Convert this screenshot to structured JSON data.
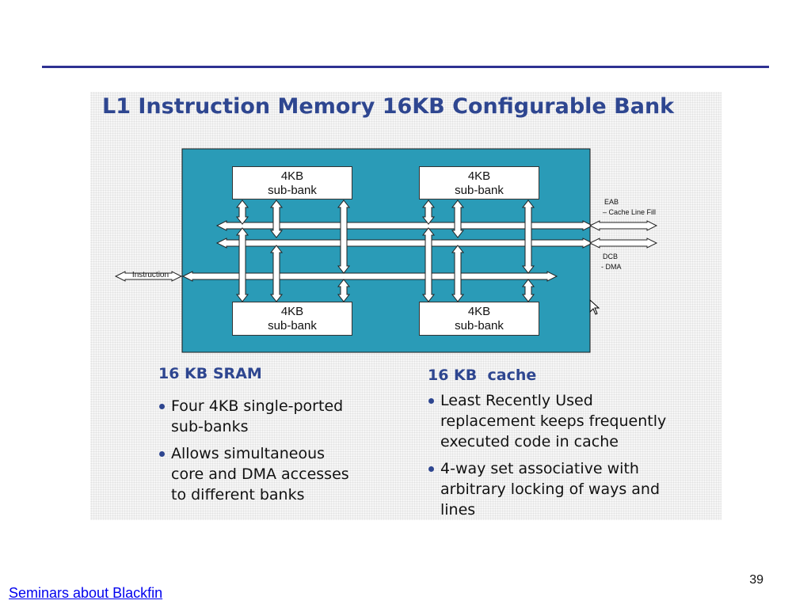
{
  "slide": {
    "title": "L1 Instruction Memory 16KB Configurable Bank",
    "page_number": "39",
    "footer_link": "Seminars about Blackfin"
  },
  "diagram": {
    "block_fill": "#2a9bb7",
    "sub_banks": [
      {
        "line1": "4KB",
        "line2": "sub-bank"
      },
      {
        "line1": "4KB",
        "line2": "sub-bank"
      },
      {
        "line1": "4KB",
        "line2": "sub-bank"
      },
      {
        "line1": "4KB",
        "line2": "sub-bank"
      }
    ],
    "eab_label": "EAB",
    "eab_sub_label": "– Cache Line Fill",
    "dcb_label": "DCB",
    "dcb_sub_label": "- DMA",
    "instruction_label": "Instruction"
  },
  "sram": {
    "heading": "16 KB SRAM",
    "bullets": [
      "Four 4KB single-ported\nsub-banks",
      "Allows simultaneous\ncore and DMA accesses\nto different banks"
    ]
  },
  "cache": {
    "heading": "16 KB  cache",
    "bullets": [
      " Least Recently Used\nreplacement keeps frequently\nexecuted code in cache",
      "4-way set associative with\narbitrary locking of ways and\nlines"
    ]
  }
}
